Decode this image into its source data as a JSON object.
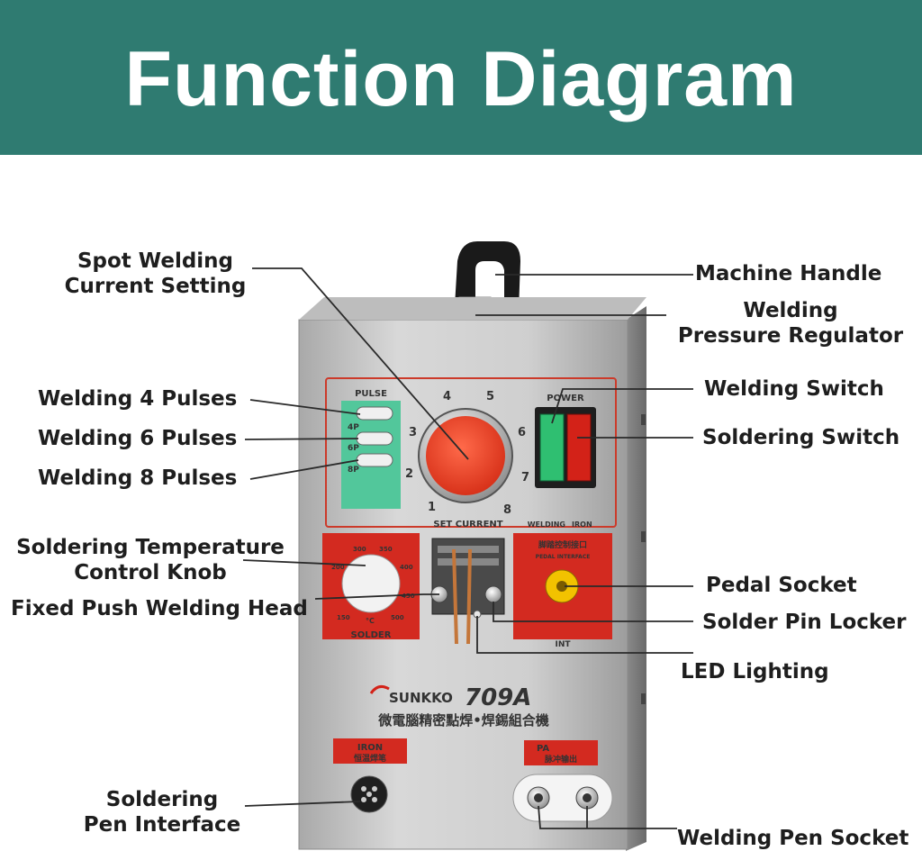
{
  "header": {
    "title": "Function Diagram",
    "bg_color": "#2f7b71"
  },
  "labels": {
    "spot_welding": [
      "Spot Welding",
      "Current Setting"
    ],
    "pulses_4": "Welding 4 Pulses",
    "pulses_6": "Welding 6 Pulses",
    "pulses_8": "Welding 8 Pulses",
    "solder_temp": [
      "Soldering Temperature",
      "Control Knob"
    ],
    "fixed_head": "Fixed Push Welding Head",
    "soldering_pen": [
      "Soldering",
      "Pen Interface"
    ],
    "handle": "Machine Handle",
    "pressure": [
      "Welding",
      "Pressure Regulator"
    ],
    "welding_switch": "Welding Switch",
    "soldering_switch": "Soldering Switch",
    "pedal_socket": "Pedal Socket",
    "pin_locker": "Solder Pin Locker",
    "led": "LED Lighting",
    "pen_socket": "Welding Pen Socket"
  },
  "device": {
    "pulse_title": "PULSE",
    "pulse_labels": [
      "4P",
      "6P",
      "8P"
    ],
    "dial_numbers": [
      "1",
      "2",
      "3",
      "4",
      "5",
      "6",
      "7",
      "8"
    ],
    "set_current": "SET CURRENT",
    "power_label": "POWER",
    "welding_label": "WELDING",
    "iron_label": "IRON",
    "solder_label": "SOLDER",
    "temp_marks": [
      "200",
      "300",
      "350",
      "400",
      "450",
      "500",
      "150",
      "°C"
    ],
    "pedal_cn": "脚踏控制接口",
    "pedal_en": "PEDAL INTERFACE",
    "int_label": "INT",
    "brand": "SUNKKO",
    "model": "709A",
    "subtitle_cn": "微電腦精密點焊•焊錫組合機",
    "iron_panel": "IRON",
    "iron_panel_cn": "恒温焊笔",
    "pa_panel": "PA",
    "pa_panel_cn": "脉冲输出"
  }
}
